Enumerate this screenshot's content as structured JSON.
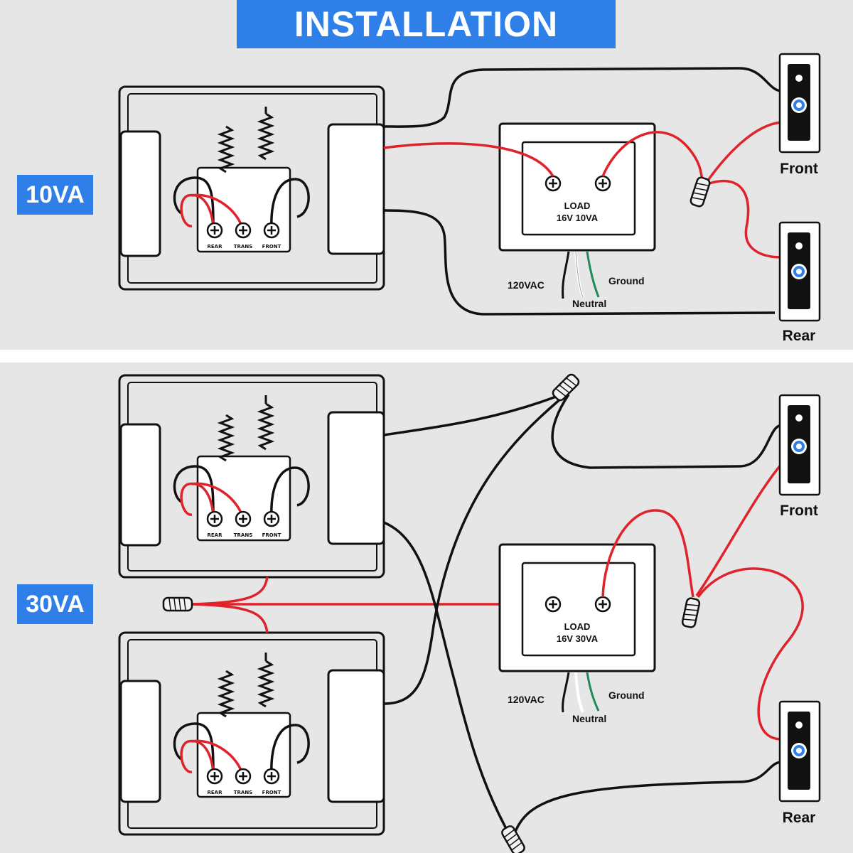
{
  "title": "INSTALLATION",
  "sections": [
    {
      "va_label": "10VA",
      "chime_terminals": [
        "REAR",
        "TRANS",
        "FRONT"
      ],
      "transformer": {
        "line1": "LOAD",
        "line2": "16V 10VA"
      },
      "ac_wires": {
        "line": "120VAC",
        "ground": "Ground",
        "neutral": "Neutral"
      },
      "buttons": {
        "front": "Front",
        "rear": "Rear"
      }
    },
    {
      "va_label": "30VA",
      "chime_terminals": [
        "REAR",
        "TRANS",
        "FRONT"
      ],
      "chime2_terminals": [
        "REAR",
        "TRANS",
        "FRONT"
      ],
      "transformer": {
        "line1": "LOAD",
        "line2": "16V 30VA"
      },
      "ac_wires": {
        "line": "120VAC",
        "ground": "Ground",
        "neutral": "Neutral"
      },
      "buttons": {
        "front": "Front",
        "rear": "Rear"
      }
    }
  ],
  "colors": {
    "accent": "#2f7fe8",
    "hot_wire": "#e0232b",
    "ground_wire": "#1e8a5a",
    "wire": "#111111",
    "panel": "#e6e6e6",
    "button_light": "#2f7fe8"
  }
}
